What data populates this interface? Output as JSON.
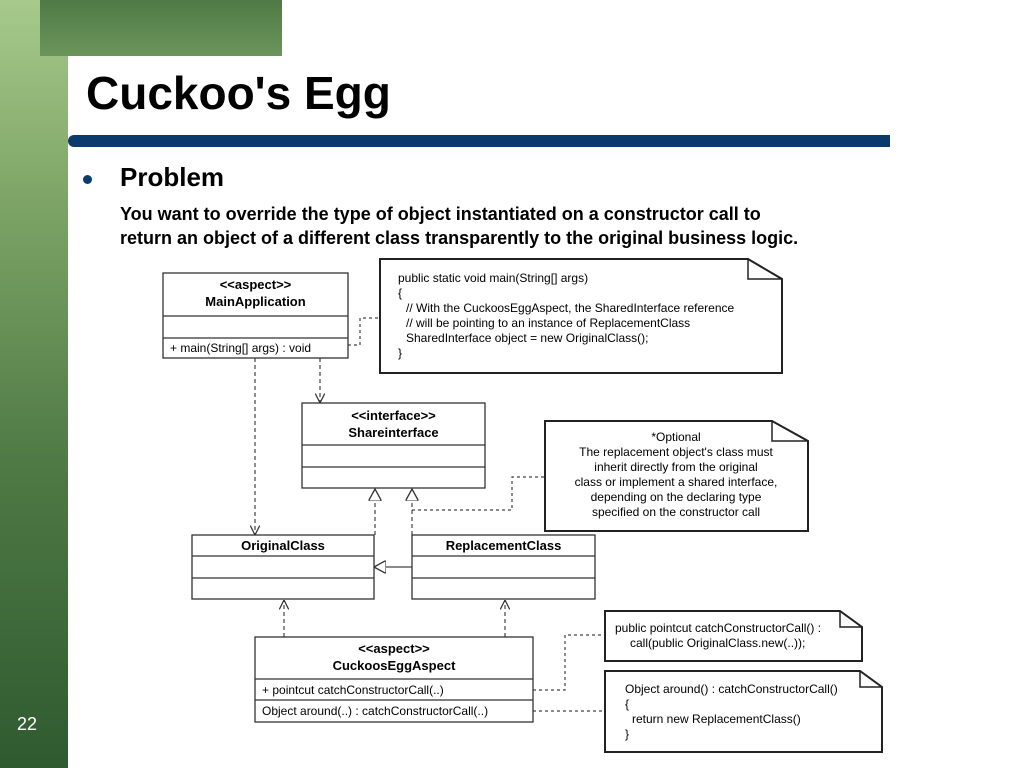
{
  "slide": {
    "title": "Cuckoo's Egg",
    "bullet": "Problem",
    "description_lines": [
      "You want to override the type of object instantiated on a constructor call to",
      "return an object of a different class transparently to the original business logic."
    ],
    "page_number": "22"
  },
  "diagram": {
    "main_app": {
      "stereotype": "<<aspect>>",
      "name": "MainApplication",
      "method": "+ main(String[] args) : void"
    },
    "share_interface": {
      "stereotype": "<<interface>>",
      "name": "Shareinterface"
    },
    "original_class": {
      "name": "OriginalClass"
    },
    "replacement_class": {
      "name": "ReplacementClass"
    },
    "cuckoo_aspect": {
      "stereotype": "<<aspect>>",
      "name": "CuckoosEggAspect",
      "pointcut": "+ pointcut catchConstructorCall(..)",
      "advice": "Object around(..) : catchConstructorCall(..)"
    },
    "notes": {
      "main_code": [
        "public static void main(String[] args)",
        "{",
        "// With the CuckoosEggAspect, the SharedInterface reference",
        "// will be pointing to an instance of ReplacementClass",
        "SharedInterface object = new OriginalClass();",
        "}"
      ],
      "optional": [
        "*Optional",
        "The replacement object's class must",
        "inherit directly from the original",
        "class or implement a shared interface,",
        "depending on the declaring type",
        "specified on the constructor call"
      ],
      "pointcut_code": [
        "public pointcut catchConstructorCall() :",
        "call(public OriginalClass.new(..));"
      ],
      "around_code": [
        "Object around() : catchConstructorCall()",
        "{",
        "return new ReplacementClass()",
        "}"
      ]
    }
  }
}
